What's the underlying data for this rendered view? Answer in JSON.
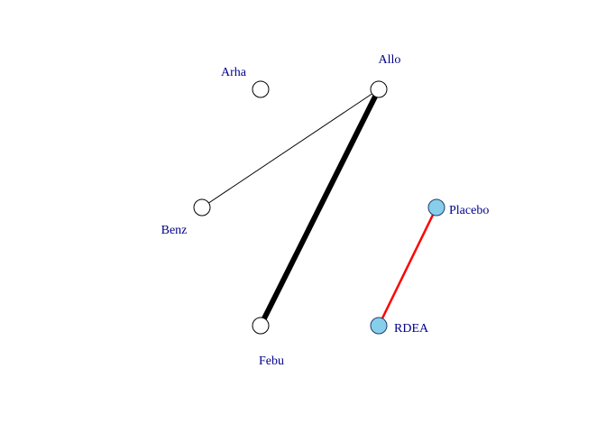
{
  "diagram": {
    "type": "network",
    "nodes": [
      {
        "id": "arha",
        "label": "Arha",
        "fill": "#ffffff",
        "stroke": "#000000",
        "label_color": "#00008b"
      },
      {
        "id": "allo",
        "label": "Allo",
        "fill": "#ffffff",
        "stroke": "#000000",
        "label_color": "#00008b"
      },
      {
        "id": "benz",
        "label": "Benz",
        "fill": "#ffffff",
        "stroke": "#000000",
        "label_color": "#00008b"
      },
      {
        "id": "placebo",
        "label": "Placebo",
        "fill": "#87ceeb",
        "stroke": "#1f3f6b",
        "label_color": "#00008b"
      },
      {
        "id": "febu",
        "label": "Febu",
        "fill": "#ffffff",
        "stroke": "#000000",
        "label_color": "#00008b"
      },
      {
        "id": "rdea",
        "label": "RDEA",
        "fill": "#87ceeb",
        "stroke": "#1f3f6b",
        "label_color": "#00008b"
      }
    ],
    "edges": [
      {
        "source": "allo",
        "target": "benz",
        "color": "#000000",
        "weight": "thin"
      },
      {
        "source": "allo",
        "target": "febu",
        "color": "#000000",
        "weight": "thick"
      },
      {
        "source": "placebo",
        "target": "rdea",
        "color": "#ff0000",
        "weight": "medium"
      }
    ]
  }
}
